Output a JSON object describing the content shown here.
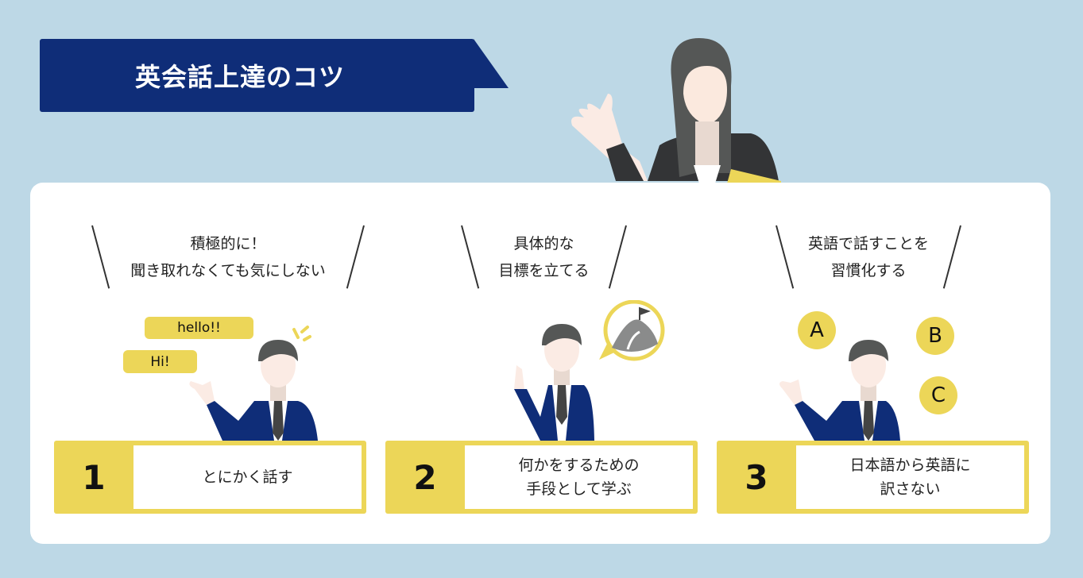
{
  "title": "英会話上達のコツ",
  "columns": [
    {
      "heading": [
        "積極的に！",
        "聞き取れなくても気にしない"
      ],
      "number": "1",
      "tip": [
        "とにかく話す"
      ],
      "bubbles": [
        "hello!!",
        "Hi!"
      ]
    },
    {
      "heading": [
        "具体的な",
        "目標を立てる"
      ],
      "number": "2",
      "tip": [
        "何かをするための",
        "手段として学ぶ"
      ]
    },
    {
      "heading": [
        "英語で話すことを",
        "習慣化する"
      ],
      "number": "3",
      "tip": [
        "日本語から英語に",
        "訳さない"
      ],
      "bubbles": [
        "A",
        "B",
        "C"
      ]
    }
  ],
  "colors": {
    "background": "#bdd8e6",
    "navy": "#0f2d78",
    "yellow": "#ecd658"
  }
}
